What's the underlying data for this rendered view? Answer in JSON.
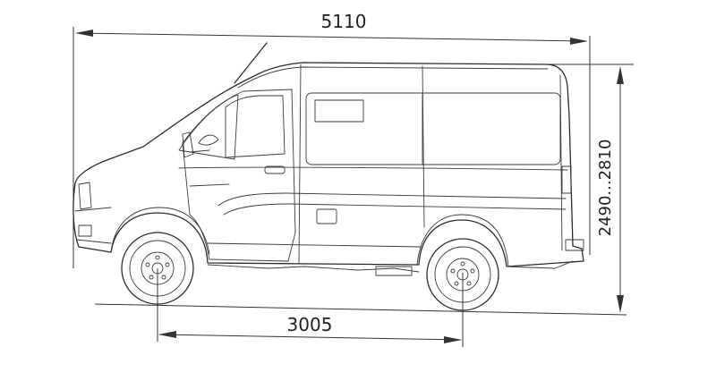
{
  "dimensions": {
    "overall_length": "5110",
    "wheelbase": "3005",
    "overall_height": "2490...2810"
  },
  "colors": {
    "line": "#2b2b2b",
    "background": "#ffffff"
  }
}
